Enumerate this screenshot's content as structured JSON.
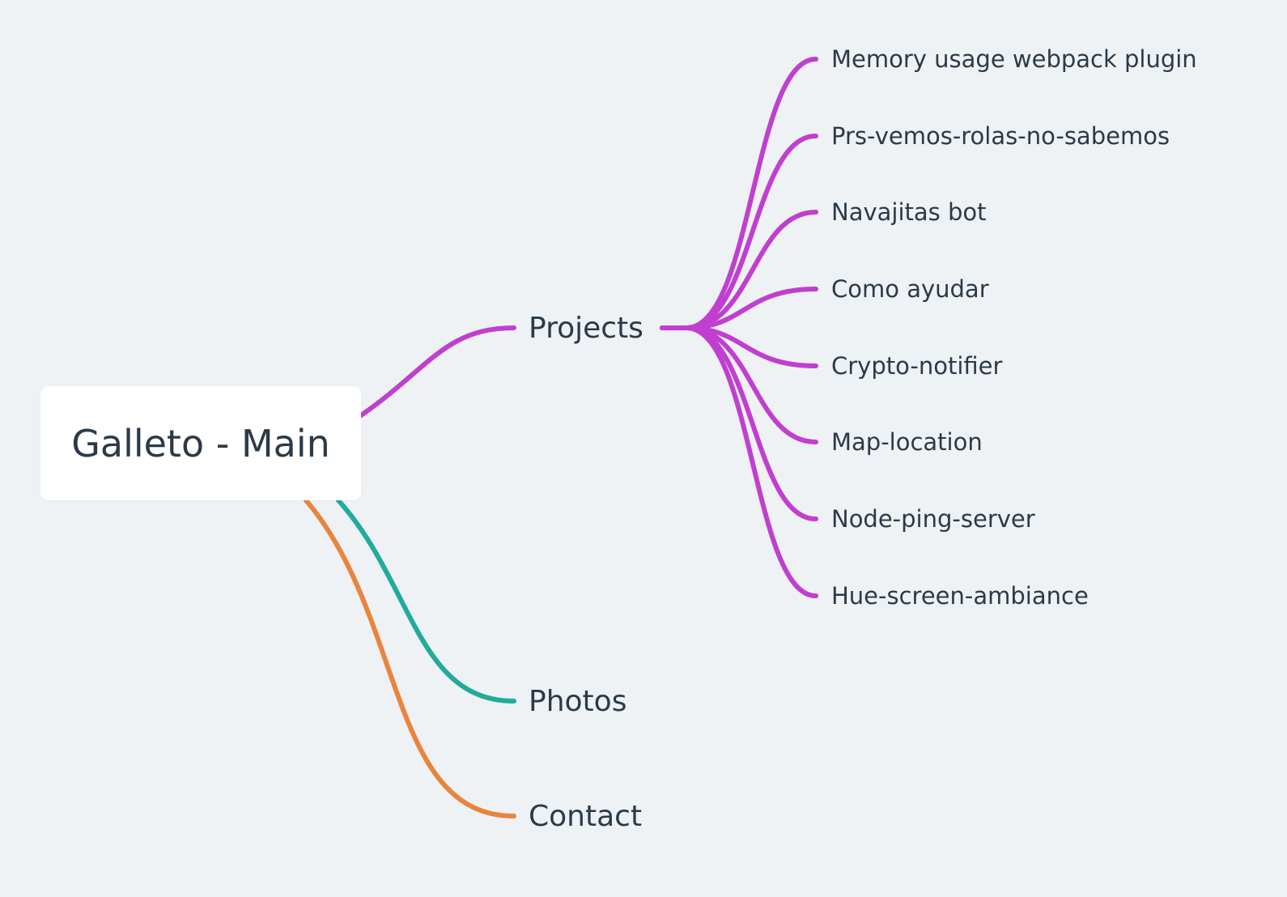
{
  "root": {
    "label": "Galleto - Main"
  },
  "branches": [
    {
      "label": "Projects",
      "color": "#c03fd0",
      "children": [
        "Memory usage webpack plugin",
        "Prs-vemos-rolas-no-sabemos",
        "Navajitas bot",
        "Como ayudar",
        "Crypto-notifier",
        "Map-location",
        "Node-ping-server",
        "Hue-screen-ambiance"
      ]
    },
    {
      "label": "Photos",
      "color": "#22ab9d",
      "children": []
    },
    {
      "label": "Contact",
      "color": "#e8853d",
      "children": []
    }
  ],
  "colors": {
    "background": "#eff2f5",
    "text": "#2b3a48",
    "node_fill": "#ffffff"
  }
}
